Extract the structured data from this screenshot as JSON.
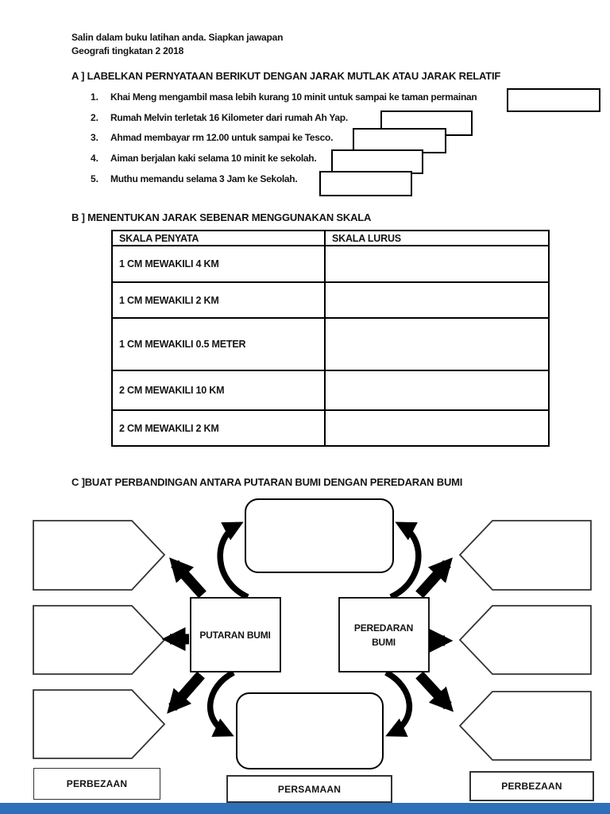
{
  "page": {
    "header_line1": "Salin dalam buku latihan anda. Siapkan jawapan",
    "header_line2": "Geografi tingkatan 2 2018",
    "footer_color": "#2d70b9"
  },
  "section_a": {
    "heading": "A ] LABELKAN PERNYATAAN BERIKUT DENGAN JARAK MUTLAK ATAU JARAK RELATIF",
    "items": [
      {
        "num": "1.",
        "text": "Khai Meng mengambil masa lebih kurang 10 minit untuk sampai ke taman permainan"
      },
      {
        "num": "2.",
        "text": "Rumah Melvin terletak 16 Kilometer dari rumah Ah Yap."
      },
      {
        "num": "3.",
        "text": "Ahmad membayar rm 12.00 untuk sampai ke Tesco."
      },
      {
        "num": "4.",
        "text": "Aiman berjalan kaki selama 10 minit ke sekolah."
      },
      {
        "num": "5.",
        "text": "Muthu memandu selama 3 Jam ke Sekolah."
      }
    ]
  },
  "section_b": {
    "heading": "B ] MENENTUKAN JARAK SEBENAR MENGGUNAKAN SKALA",
    "table": {
      "header_left": "SKALA PENYATA",
      "header_right": "SKALA LURUS",
      "rows": [
        "1 CM MEWAKILI 4 KM",
        "1 CM MEWAKILI 2 KM",
        "1 CM MEWAKILI 0.5 METER",
        "2 CM MEWAKILI 10 KM",
        "2 CM MEWAKILI 2 KM"
      ]
    }
  },
  "section_c": {
    "heading": "C ]BUAT PERBANDINGAN ANTARA PUTARAN BUMI DENGAN PEREDARAN BUMI",
    "left_box": "PUTARAN BUMI",
    "right_box_line1": "PEREDARAN",
    "right_box_line2": "BUMI",
    "label_left": "PERBEZAAN",
    "label_center": "PERSAMAAN",
    "label_right": "PERBEZAAN"
  }
}
